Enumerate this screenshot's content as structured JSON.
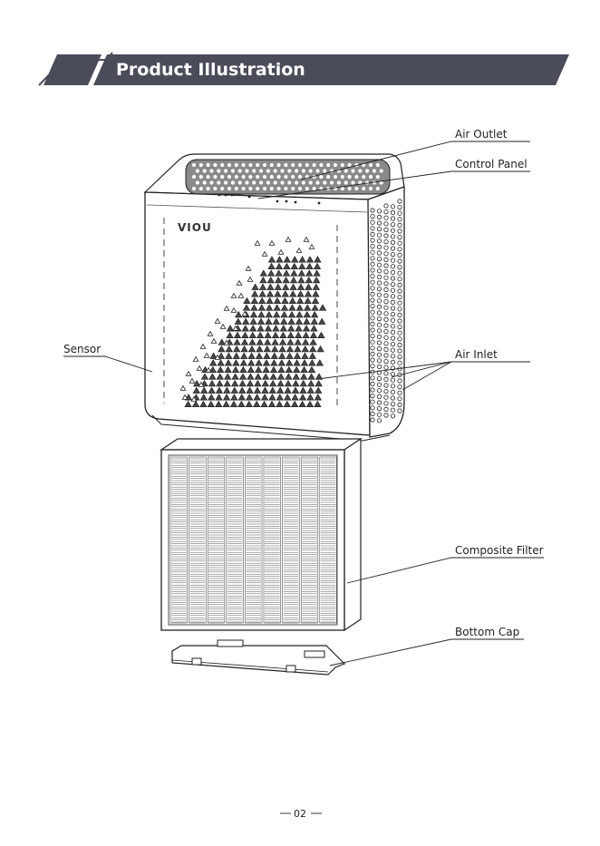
{
  "header": {
    "title": "Product Illustration",
    "bar_color": "#4a4c5a"
  },
  "product": {
    "brand": "VIOU"
  },
  "callouts": {
    "air_outlet": "Air Outlet",
    "control_panel": "Control Panel",
    "sensor": "Sensor",
    "air_inlet": "Air Inlet",
    "composite_filter": "Composite Filter",
    "bottom_cap": "Bottom Cap"
  },
  "footer": {
    "page_number": "02"
  }
}
